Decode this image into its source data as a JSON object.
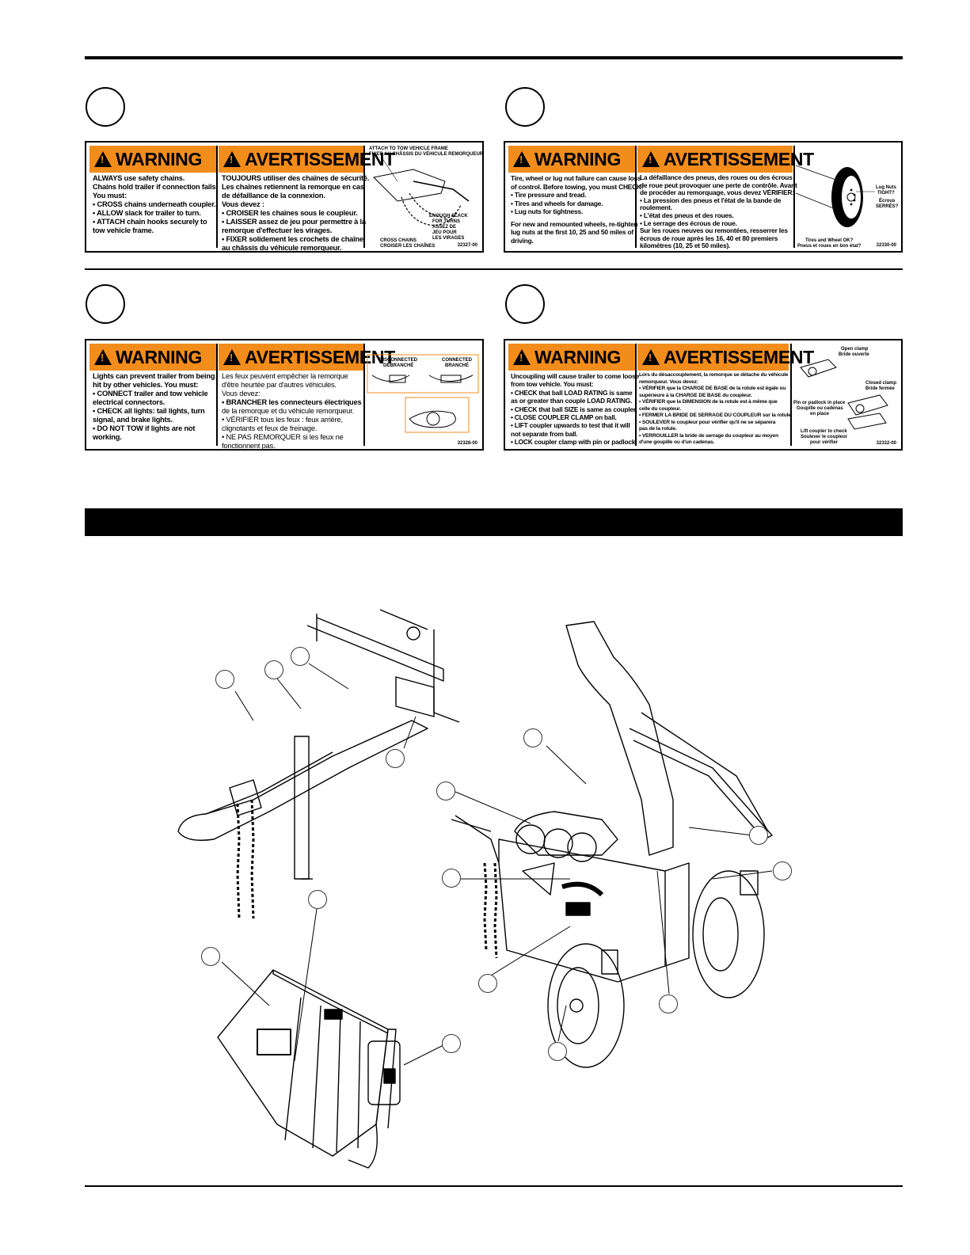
{
  "warning_label": "WARNING",
  "avertissement_label": "AVERTISSEMENT",
  "decals": [
    {
      "en": [
        "ALWAYS use safety chains.",
        "Chains hold trailer if connection fails.",
        "You must:",
        "• CROSS chains underneath coupler.",
        "• ALLOW slack for trailer to turn.",
        "• ATTACH chain hooks securely to",
        "   tow vehicle frame."
      ],
      "fr": [
        "TOUJOURS utiliser des chaînes de sécurité.",
        "Les chaînes retiennent la remorque en cas",
        "de défaillance de la connexion.",
        "Vous devez :",
        "• CROISER les chaînes sous le coupleur.",
        "• LAISSER assez de jeu pour permettre à la",
        "   remorque d'effectuer les virages.",
        "• FIXER solidement les crochets de chaîne",
        "   au châssis du véhicule remorqueur."
      ],
      "art_labels": [
        "ATTACH TO TOW VEHICLE FRAME",
        "FIXER AU CHÂSSIS DU VÉHICULE REMORQUEUR",
        "ENOUGH SLACK",
        "FOR TURNS",
        "ASSEZ DE",
        "JEU POUR",
        "LES VIRAGES",
        "CROSS CHAINS",
        "CROISER LES CHAÎNES"
      ],
      "code": "32327-00"
    },
    {
      "en": [
        "Tire, wheel or lug nut failure can cause loss",
        "of control. Before towing, you must CHECK:",
        "• Tire pressure and tread.",
        "• Tires and wheels for damage.",
        "• Lug nuts for tightness.",
        "",
        "For new and remounted wheels, re-tighten",
        "lug nuts at the first 10, 25 and 50 miles of",
        "driving."
      ],
      "fr": [
        "La défaillance des pneus, des roues ou des écrous",
        "de roue peut provoquer une perte de contrôle. Avant",
        "de procéder au remorquage, vous devez VÉRIFIER:",
        "• La pression des pneus et l'état de la bande de",
        "   roulement.",
        "• L'état des pneus et des roues.",
        "• Le serrage des écrous de roue.",
        "Sur les roues neuves ou remontées, resserrer les",
        "écrous de roue après les 16, 40 et 80 premiers",
        "kilomètres (10, 25 et 50 miles)."
      ],
      "art_labels": [
        "Lug Nuts",
        "TIGHT?",
        "Écrous",
        "SERRÉS?",
        "Tires and Wheel OK?",
        "Pneus et roues en bon état?"
      ],
      "code": "32330-00"
    },
    {
      "en": [
        "Lights can prevent trailer from being",
        "hit by other vehicles. You must:",
        "• CONNECT trailer and tow vehicle",
        "   electrical connectors.",
        "• CHECK all lights: tail lights, turn",
        "   signal, and brake lights.",
        "• DO NOT TOW if lights are not",
        "   working."
      ],
      "fr": [
        "Les feux peuvent empêcher la remorque",
        "d'être heurtée par d'autres véhicules.",
        "Vous devez:",
        "• BRANCHER les connecteurs électriques",
        "   de la remorque et du véhicule remorqueur.",
        "• VÉRIFIER tous les feux : feux arrière,",
        "   clignotants et feux de freinage.",
        "• NE PAS REMORQUER si les feux ne",
        "   fonctionnent pas."
      ],
      "art_labels": [
        "DISCONNECTED",
        "DÉBRANCHÉ",
        "CONNECTED",
        "BRANCHÉ"
      ],
      "code": "32328-00"
    },
    {
      "en": [
        "Uncoupling will cause trailer to come loose",
        "from tow vehicle. You must:",
        "• CHECK that ball LOAD RATING is same",
        "   as or greater than couple LOAD RATING.",
        "• CHECK that ball SIZE is same as coupler.",
        "• CLOSE COUPLER CLAMP on ball.",
        "• LIFT coupler upwards to test that it will",
        "   not separate from ball.",
        "• LOCK coupler clamp with pin or padlock."
      ],
      "fr": [
        "Lors du désaccouplement, la remorque se détache du véhicule",
        "remorqueur. Vous devez:",
        "• VÉRIFIER que la CHARGE DE BASE de la rotule est égale ou",
        "   supérieure à la CHARGE DE BASE du coupleur.",
        "• VÉRIFIER que la DIMENSION de la rotule est à même que",
        "   celle du coupleur.",
        "• FERMER LA BRIDE DE SERRAGE DU COUPLEUR sur la rotule.",
        "• SOULEVER le coupleur pour vérifier qu'il ne se séparera",
        "   pas de la rotule.",
        "• VERROUILLER la bride de serrage du coupleur au moyen",
        "   d'une goupille ou d'un cadenas."
      ],
      "art_labels": [
        "Open clamp",
        "Bride ouverte",
        "Closed clamp",
        "Bride fermée",
        "Pin or padlock in place",
        "Goupille ou cadenas",
        "en place",
        "Lift coupler to check",
        "Soulever le coupleur",
        "pour vérifier"
      ],
      "code": "32332-00"
    }
  ]
}
